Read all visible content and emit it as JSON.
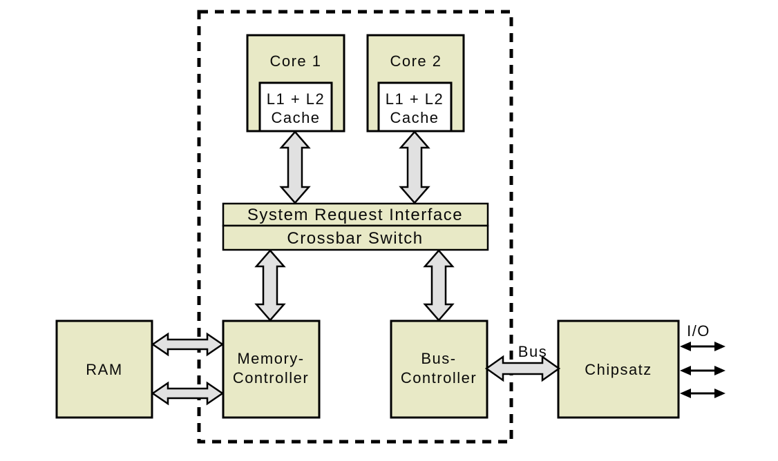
{
  "diagram": {
    "nodes": {
      "core1": {
        "label": "Core 1"
      },
      "core2": {
        "label": "Core 2"
      },
      "cache1": {
        "line1": "L1 + L2",
        "line2": "Cache"
      },
      "cache2": {
        "line1": "L1 + L2",
        "line2": "Cache"
      },
      "sri": {
        "label": "System Request Interface"
      },
      "crossbar": {
        "label": "Crossbar Switch"
      },
      "ram": {
        "label": "RAM"
      },
      "memctrl": {
        "line1": "Memory-",
        "line2": "Controller"
      },
      "busctrl": {
        "line1": "Bus-",
        "line2": "Controller"
      },
      "chipset": {
        "label": "Chipsatz"
      }
    },
    "edge_labels": {
      "bus": "Bus",
      "io": "I/O"
    },
    "colors": {
      "box_fill": "#e8e9c6",
      "cache_fill": "#ffffff",
      "arrow_fill": "#e1e1e1",
      "line": "#000000",
      "background": "#ffffff"
    }
  }
}
